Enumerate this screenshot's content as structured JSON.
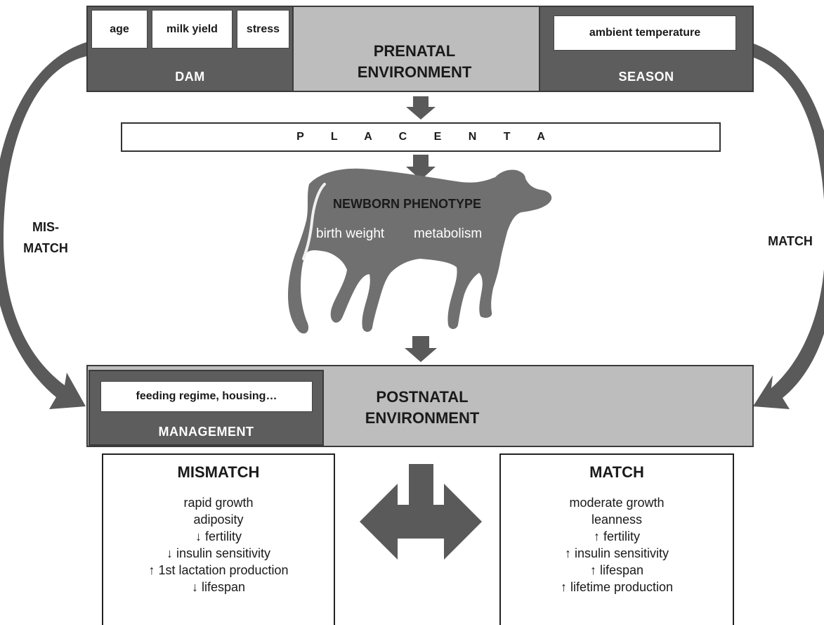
{
  "prenatal": {
    "title_line1": "PRENATAL",
    "title_line2": "ENVIRONMENT",
    "dam": {
      "label": "DAM",
      "factors": [
        "age",
        "milk yield",
        "stress"
      ]
    },
    "season": {
      "label": "SEASON",
      "factors": [
        "ambient temperature"
      ]
    }
  },
  "placenta": {
    "label": "P L A C E N T A"
  },
  "newborn": {
    "title": "NEWBORN PHENOTYPE",
    "trait_1": "birth weight",
    "trait_2": "metabolism"
  },
  "side_labels": {
    "left_line1": "MIS-",
    "left_line2": "MATCH",
    "right": "MATCH"
  },
  "postnatal": {
    "title_line1": "POSTNATAL",
    "title_line2": "ENVIRONMENT",
    "management": {
      "label": "MANAGEMENT",
      "factor": "feeding regime, housing…"
    }
  },
  "mismatch_box": {
    "title": "MISMATCH",
    "items": [
      "rapid growth",
      "adiposity",
      "↓ fertility",
      "↓ insulin sensitivity",
      "↑ 1st lactation production",
      "↓ lifespan"
    ]
  },
  "match_box": {
    "title": "MATCH",
    "items": [
      "moderate growth",
      "leanness",
      "↑ fertility",
      "↑ insulin sensitivity",
      "↑ lifespan",
      "↑ lifetime production"
    ]
  },
  "colors": {
    "band_gray": "#bdbdbd",
    "panel_dark": "#5d5d5d",
    "arrow_dark": "#5a5a5a",
    "calf": "#707070"
  }
}
